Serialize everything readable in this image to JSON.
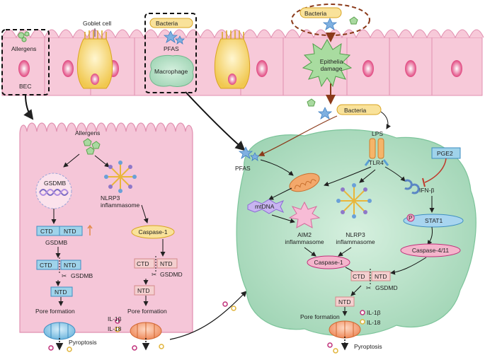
{
  "epithelium": {
    "allergens": "Allergens",
    "bec": "BEC",
    "goblet_cell": "Goblet cell",
    "bacteria_top": "Bacteria",
    "pfas_top": "PFAS",
    "macrophage": "Macrophage",
    "bacteria_right": "Bacteria",
    "epithelia_damage_line1": "Epithelia",
    "epithelia_damage_line2": "damage",
    "bacteria_mid": "Bacteria"
  },
  "bec_pathway": {
    "allergens": "Allergens",
    "gsdmb_circle": "GSDMB",
    "nlrp3_line1": "NLRP3",
    "nlrp3_line2": "inflammasome",
    "ctd": "CTD",
    "ntd": "NTD",
    "gsdmb_label1": "GSDMB",
    "ctd2": "CTD",
    "ntd2": "NTD",
    "gsdmb_label2": "GSDMB",
    "ntd3": "NTD",
    "caspase1": "Caspase-1",
    "ctd_d": "CTD",
    "ntd_d": "NTD",
    "gsdmd": "GSDMD",
    "ntd_d2": "NTD",
    "pore_formation_left": "Pore formation",
    "pore_formation_right": "Pore formation",
    "il1b": "IL-1β",
    "il18": "IL-18",
    "pyroptosis": "Pyroptosis"
  },
  "macrophage_pathway": {
    "pfas": "PFAS",
    "lps": "LPS",
    "tlr4": "TLR4",
    "pge2": "PGE2",
    "ifnb": "IFN-β",
    "p": "P",
    "stat1": "STAT1",
    "mtdna": "mtDNA",
    "aim2_line1": "AIM2",
    "aim2_line2": "inflammasome",
    "nlrp3_line1": "NLRP3",
    "nlrp3_line2": "inflammasome",
    "caspase411": "Caspase-4/11",
    "caspase1": "Caspase-1",
    "ctd": "CTD",
    "ntd": "NTD",
    "gsdmd": "GSDMD",
    "ntd2": "NTD",
    "pore_formation": "Pore formation",
    "il1b": "IL-1β",
    "il18": "IL-18",
    "pyroptosis": "Pyroptosis"
  },
  "colors": {
    "epithelium_pink": "#f7c9d9",
    "bec_pink": "#f5c6d8",
    "macrophage_green": "#b8e0c8",
    "yellow_pill": "#f9e29a",
    "pink_pill": "#f4b5cc",
    "blue_box": "#9fd3ea",
    "arrow_brown": "#8b3a1a"
  }
}
